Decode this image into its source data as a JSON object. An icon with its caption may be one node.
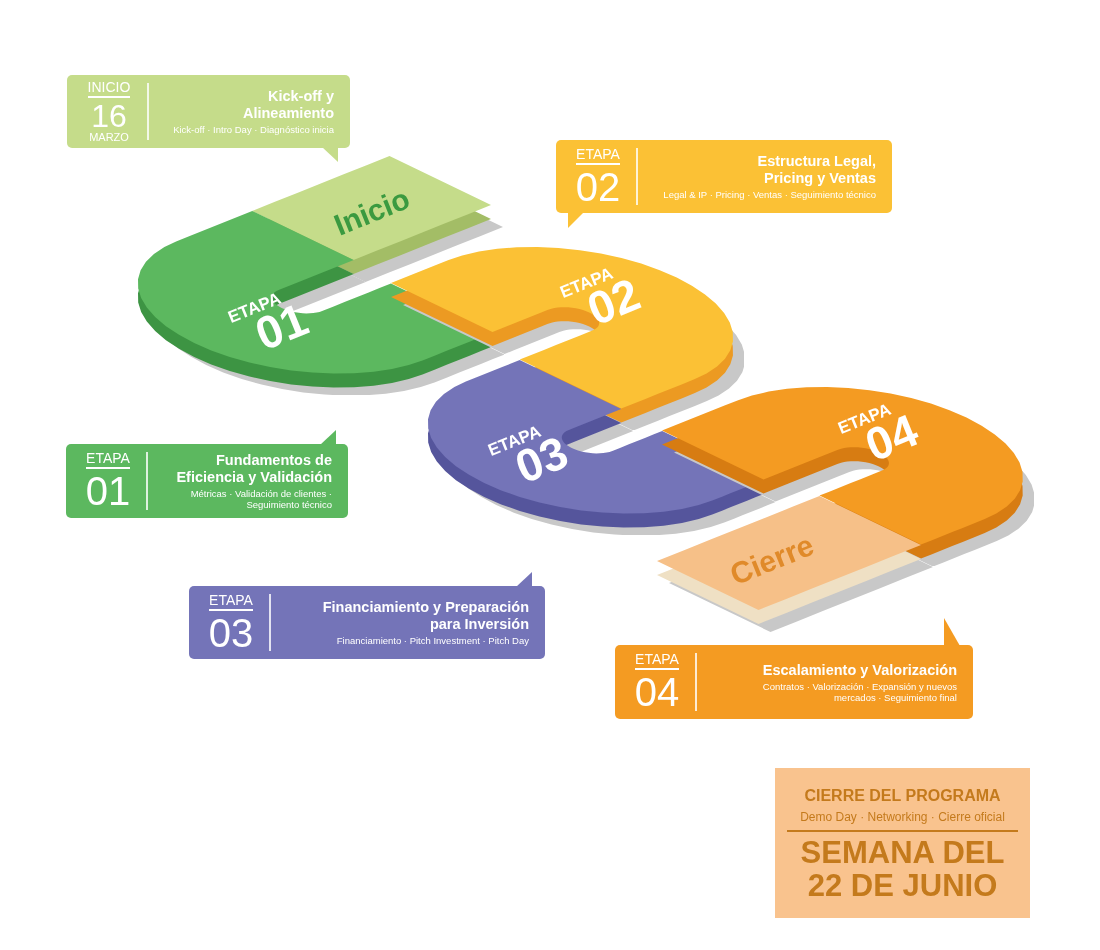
{
  "diagram": {
    "nodes": [
      {
        "text": [
          "INICIO",
          "16",
          "MARZO",
          "Kick-off y Alineamiento",
          "Kick-off · Intro Day · Diagnóstico inicia"
        ]
      },
      {
        "text": [
          "ETAPA",
          "02",
          "Estructura Legal, Pricing y Ventas",
          "Legal & IP · Pricing · Ventas · Seguimiento técnico"
        ]
      },
      {
        "text": [
          "Inicio"
        ]
      },
      {
        "text": [
          "ETAPA",
          "01"
        ]
      },
      {
        "text": [
          "ETAPA",
          "02"
        ]
      },
      {
        "text": [
          "ETAPA",
          "03"
        ]
      },
      {
        "text": [
          "ETAPA",
          "04"
        ]
      },
      {
        "text": [
          "ETAPA",
          "01",
          "Fundamentos de Eficiencia y Validación",
          "Métricas · Validación de clientes · Seguimiento técnico"
        ]
      },
      {
        "text": [
          "Cierre"
        ]
      },
      {
        "text": [
          "ETAPA",
          "03",
          "Financiamiento y Preparación para Inversión",
          "Financiamiento · Pitch Investment · Pitch Day"
        ]
      },
      {
        "text": [
          "ETAPA",
          "04",
          "Escalamiento y Valorización",
          "Contratos · Valorización · Expansión y nuevos mercados · Seguimiento final"
        ]
      },
      {
        "text": [
          "CIERRE DEL PROGRAMA",
          "Demo Day · Networking · Cierre oficial",
          "SEMANA DEL 22 DE JUNIO"
        ]
      }
    ]
  }
}
